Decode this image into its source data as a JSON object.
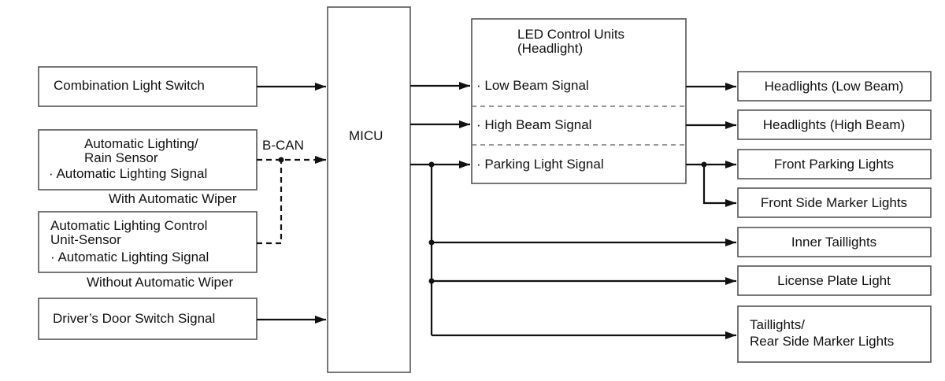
{
  "inputs": {
    "combination_switch": "Combination Light Switch",
    "auto_rain": {
      "line1": "Automatic Lighting/",
      "line2": "Rain Sensor",
      "line3": "· Automatic Lighting Signal"
    },
    "auto_rain_note": "With Automatic Wiper",
    "auto_control": {
      "line1": "Automatic Lighting Control",
      "line2": "Unit-Sensor",
      "line3": "· Automatic Lighting Signal"
    },
    "auto_control_note": "Without Automatic Wiper",
    "drivers_door": "Driver’s Door Switch Signal"
  },
  "bus_label": "B-CAN",
  "micu": "MICU",
  "led_unit": {
    "title_line1": "LED Control Units",
    "title_line2": "(Headlight)",
    "low_beam": "· Low Beam Signal",
    "high_beam": "· High Beam Signal",
    "parking": "· Parking Light Signal"
  },
  "outputs": {
    "low_beam": "Headlights (Low Beam)",
    "high_beam": "Headlights (High Beam)",
    "front_parking": "Front Parking Lights",
    "front_side_marker": "Front Side Marker Lights",
    "inner_taillights": "Inner Taillights",
    "license_plate": "License Plate Light",
    "taillights_line1": "Taillights/",
    "taillights_line2": "Rear Side Marker Lights"
  }
}
